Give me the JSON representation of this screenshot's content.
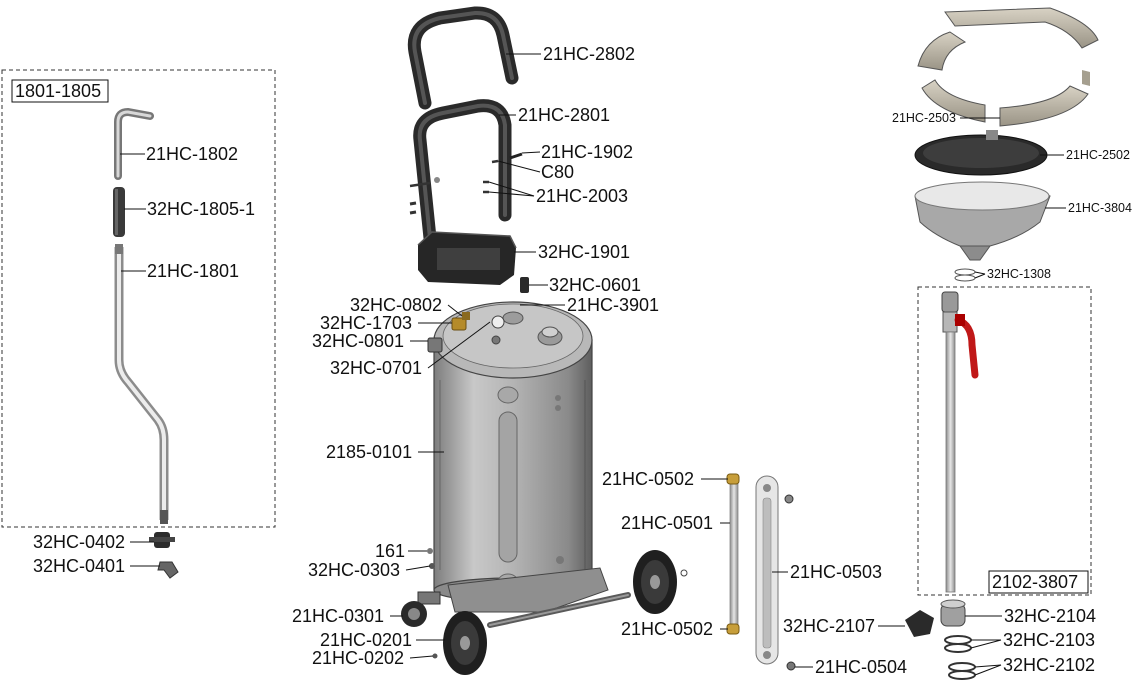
{
  "groups": {
    "left_box_title": "1801-1805",
    "right_box_title": "2102-3807"
  },
  "labels": {
    "l_21HC_1802": "21HC-1802",
    "l_32HC_1805_1": "32HC-1805-1",
    "l_21HC_1801": "21HC-1801",
    "l_32HC_0402": "32HC-0402",
    "l_32HC_0401": "32HC-0401",
    "l_21HC_2802": "21HC-2802",
    "l_21HC_2801": "21HC-2801",
    "l_21HC_1902": "21HC-1902",
    "l_C80": "C80",
    "l_21HC_2003": "21HC-2003",
    "l_32HC_1901": "32HC-1901",
    "l_32HC_0601": "32HC-0601",
    "l_32HC_0802": "32HC-0802",
    "l_21HC_3901": "21HC-3901",
    "l_32HC_1703": "32HC-1703",
    "l_32HC_0801": "32HC-0801",
    "l_32HC_0701": "32HC-0701",
    "l_2185_0101": "2185-0101",
    "l_21HC_0502a": "21HC-0502",
    "l_21HC_0501": "21HC-0501",
    "l_21HC_0503": "21HC-0503",
    "l_21HC_0502b": "21HC-0502",
    "l_21HC_0504": "21HC-0504",
    "l_161": "161",
    "l_32HC_0303": "32HC-0303",
    "l_21HC_0301": "21HC-0301",
    "l_21HC_0201": "21HC-0201",
    "l_21HC_0202": "21HC-0202",
    "l_21HC_2503": "21HC-2503",
    "l_21HC_2502": "21HC-2502",
    "l_21HC_3804": "21HC-3804",
    "l_32HC_1308": "32HC-1308",
    "l_32HC_2107": "32HC-2107",
    "l_32HC_2104": "32HC-2104",
    "l_32HC_2103": "32HC-2103",
    "l_32HC_2102": "32HC-2102"
  }
}
